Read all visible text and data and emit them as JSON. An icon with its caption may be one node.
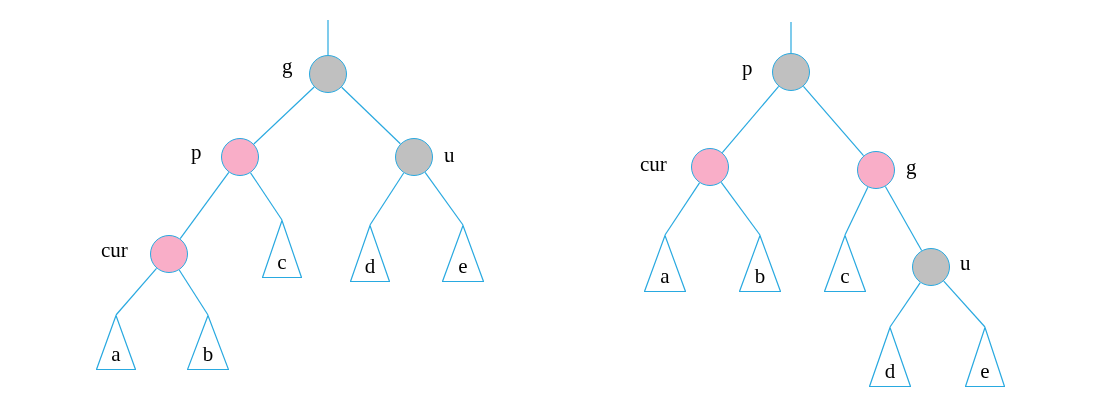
{
  "diagram": {
    "nodes": [
      {
        "text": [],
        "shape": "circle",
        "beside": [
          "g"
        ]
      },
      {
        "text": [],
        "shape": "circle",
        "beside": [
          "p"
        ]
      },
      {
        "text": [],
        "shape": "circle",
        "beside": [
          "u"
        ]
      },
      {
        "text": [],
        "shape": "circle",
        "beside": [
          "cur"
        ]
      },
      {
        "text": [
          "c"
        ]
      },
      {
        "text": [
          "d"
        ]
      },
      {
        "text": [
          "e"
        ]
      },
      {
        "text": [
          "a"
        ]
      },
      {
        "text": [
          "b"
        ]
      },
      {
        "text": [],
        "shape": "circle",
        "beside": [
          "p"
        ]
      },
      {
        "text": [],
        "shape": "circle",
        "beside": [
          "cur"
        ]
      },
      {
        "text": [],
        "shape": "circle",
        "beside": [
          "g"
        ]
      },
      {
        "text": [
          "a"
        ]
      },
      {
        "text": [
          "b"
        ]
      },
      {
        "text": [
          "c"
        ]
      },
      {
        "text": [],
        "shape": "circle",
        "beside": [
          "u"
        ]
      },
      {
        "text": [
          "d"
        ]
      },
      {
        "text": [
          "e"
        ]
      }
    ],
    "edges": [
      {
        "from": null,
        "to": 0,
        "arrow": "none"
      },
      {
        "from": 0,
        "to": 1,
        "arrow": "none"
      },
      {
        "from": 0,
        "to": 2,
        "arrow": "none"
      },
      {
        "from": 1,
        "to": 3,
        "arrow": "none"
      },
      {
        "from": 1,
        "to": 4,
        "arrow": "none"
      },
      {
        "from": 2,
        "to": 5,
        "arrow": "none"
      },
      {
        "from": 2,
        "to": 6,
        "arrow": "none"
      },
      {
        "from": 3,
        "to": 7,
        "arrow": "none"
      },
      {
        "from": 3,
        "to": 8,
        "arrow": "none"
      },
      {
        "from": null,
        "to": 9,
        "arrow": "none"
      },
      {
        "from": 9,
        "to": 10,
        "arrow": "none"
      },
      {
        "from": 9,
        "to": 11,
        "arrow": "none"
      },
      {
        "from": 10,
        "to": 12,
        "arrow": "none"
      },
      {
        "from": 10,
        "to": 13,
        "arrow": "none"
      },
      {
        "from": 11,
        "to": 14,
        "arrow": "none"
      },
      {
        "from": 11,
        "to": 15,
        "arrow": "none"
      },
      {
        "from": 15,
        "to": 16,
        "arrow": "none"
      },
      {
        "from": 15,
        "to": 17,
        "arrow": "none"
      }
    ]
  }
}
